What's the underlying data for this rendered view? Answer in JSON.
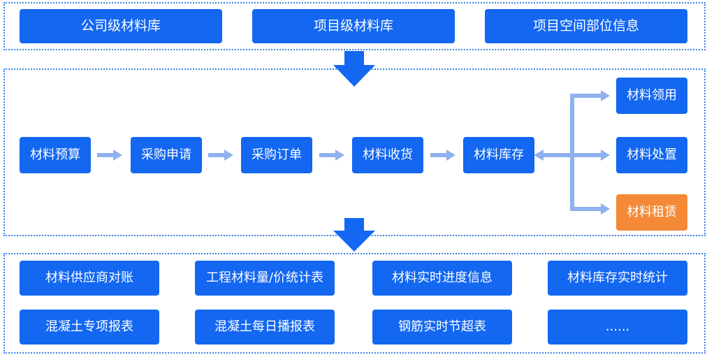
{
  "colors": {
    "primary": "#1367f1",
    "accent_orange": "#f48a37",
    "connector": "#8fb1ee",
    "big_arrow": "#1367f1",
    "border": "#3a7fe8"
  },
  "top_row": {
    "items": [
      "公司级材料库",
      "项目级材料库",
      "项目空间部位信息"
    ]
  },
  "flow": {
    "steps": [
      "材料预算",
      "采购申请",
      "采购订单",
      "材料收货",
      "材料库存"
    ],
    "branches": [
      "材料领用",
      "材料处置",
      "材料租赁"
    ]
  },
  "bottom_grid": {
    "row1": [
      "材料供应商对账",
      "工程材料量/价统计表",
      "材料实时进度信息",
      "材料库存实时统计"
    ],
    "row2": [
      "混凝土专项报表",
      "混凝土每日播报表",
      "钢筋实时节超表",
      "......"
    ]
  },
  "icons": {
    "down_arrow_1": "down-arrow-icon",
    "down_arrow_2": "down-arrow-icon",
    "flow_arrow": "right-arrow-icon",
    "branch_arrow": "branch-arrow-icon"
  }
}
